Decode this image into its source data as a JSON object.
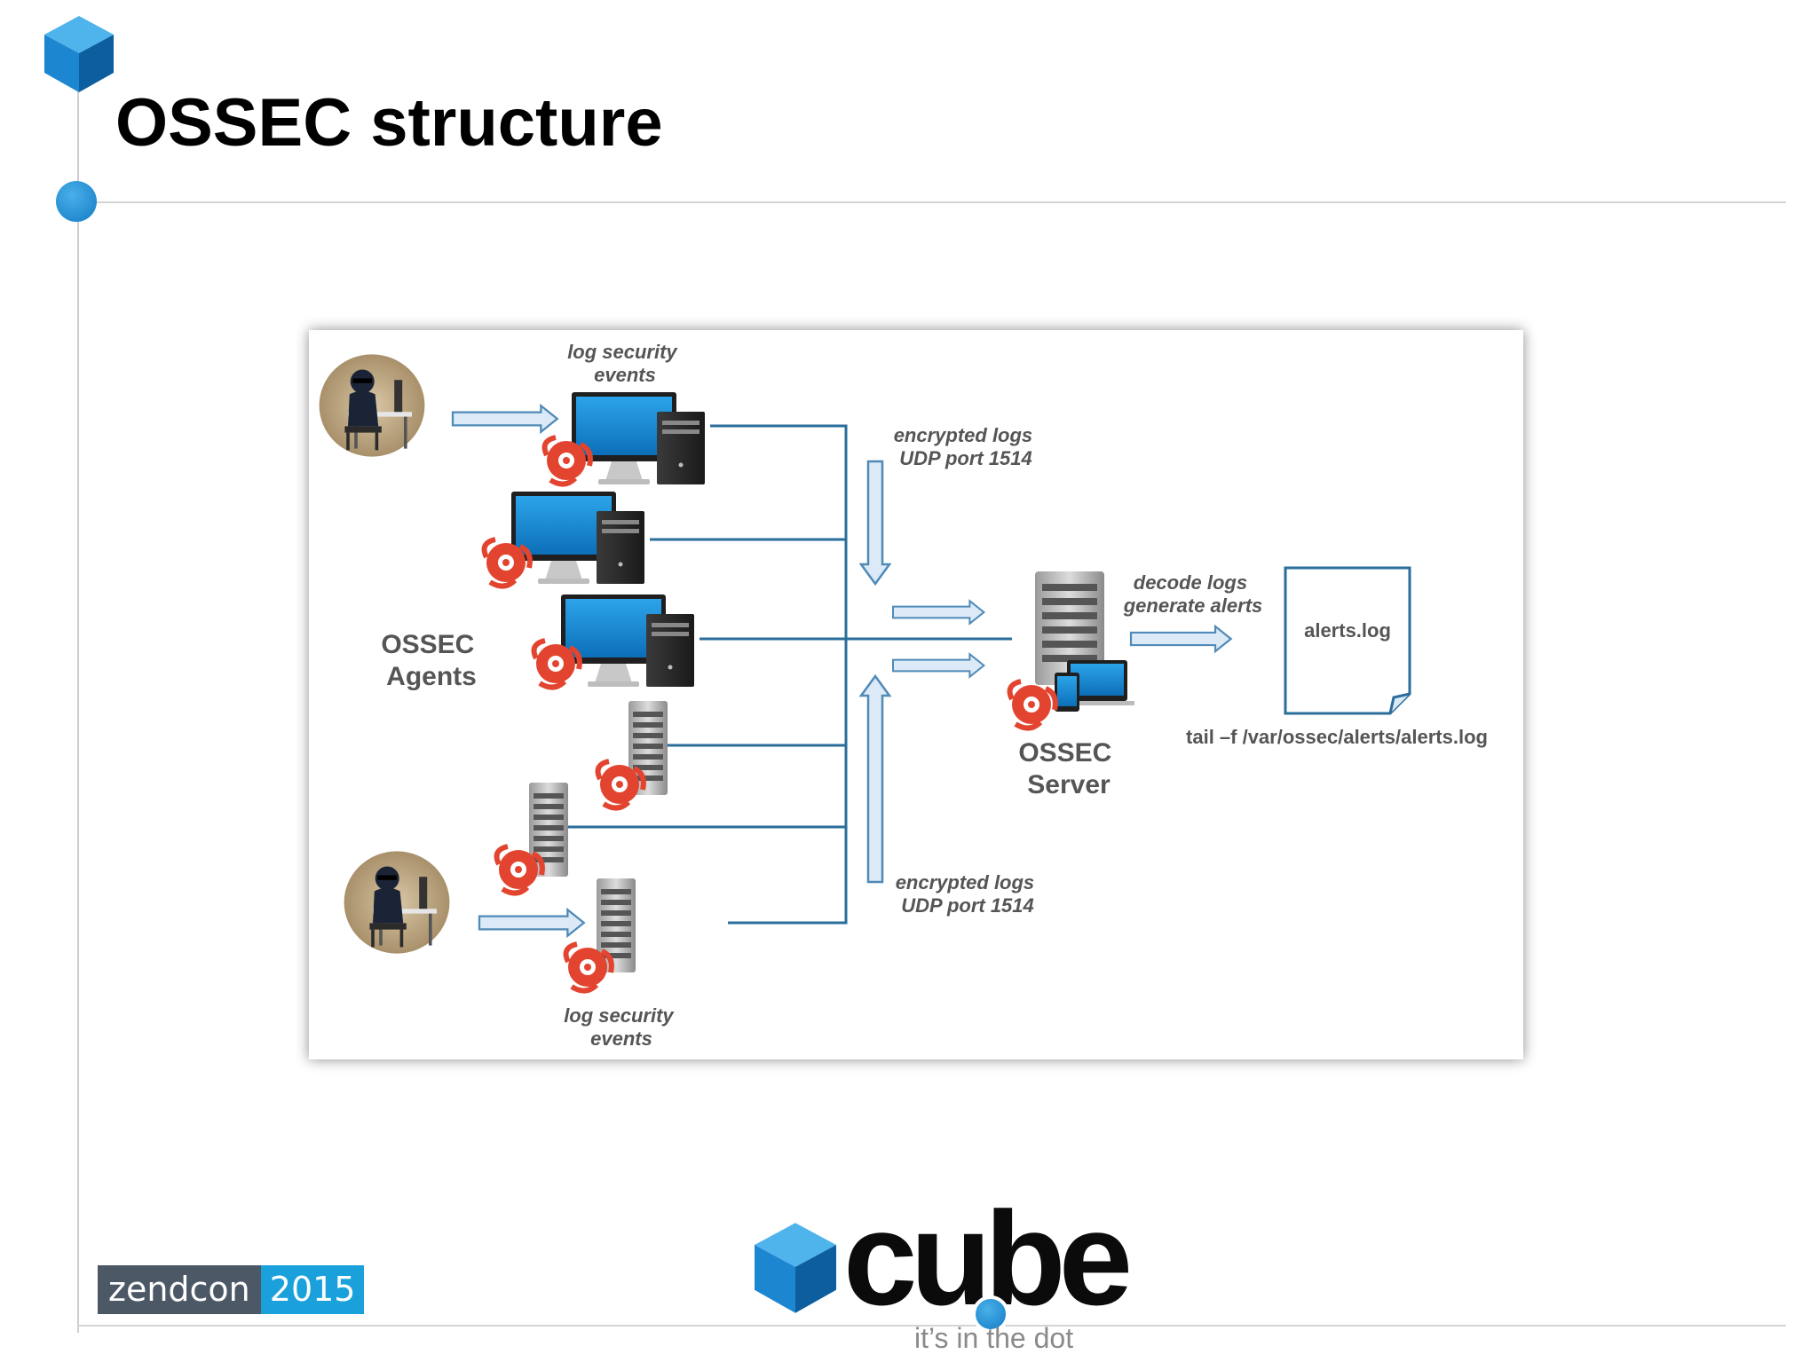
{
  "slide": {
    "title": "OSSEC structure"
  },
  "diagram": {
    "top_event_label": [
      "log security",
      "events"
    ],
    "bottom_event_label": [
      "log security",
      "events"
    ],
    "top_transport_label": [
      "encrypted logs",
      "UDP port 1514"
    ],
    "bottom_transport_label": [
      "encrypted logs",
      "UDP port 1514"
    ],
    "agents_label": [
      "OSSEC",
      "Agents"
    ],
    "server_label": [
      "OSSEC",
      "Server"
    ],
    "decode_label": [
      "decode logs",
      "generate alerts"
    ],
    "file_label": "alerts.log",
    "command_label": "tail –f /var/ossec/alerts/alerts.log",
    "colors": {
      "line": "#2a6e9b",
      "arrow_fill": "#dbeaf6",
      "monitor_screen": "#1a8fd6",
      "ossec_logo": "#e2442f"
    }
  },
  "footer": {
    "brand_name": "zendcon",
    "brand_year": "2015",
    "logo_word": "cube",
    "tagline": "it’s in the dot",
    "colors": {
      "blue": "#1aa1dc",
      "dark": "#4c5866"
    }
  }
}
